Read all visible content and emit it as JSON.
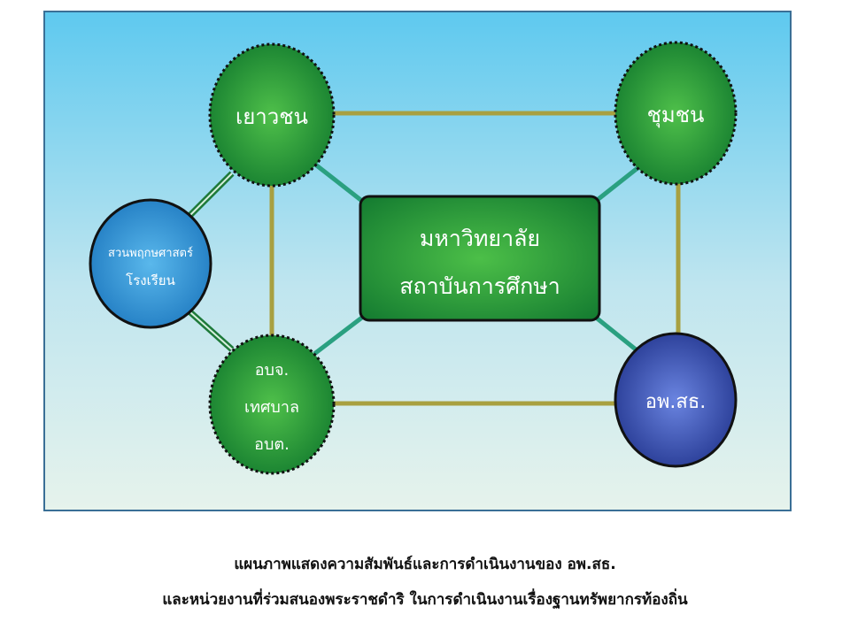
{
  "nodes": {
    "youth": "เยาวชน",
    "community": "ชุมชน",
    "garden_line1": "สวนพฤกษศาสตร์",
    "garden_line2": "โรงเรียน",
    "local_line1": "อบจ.",
    "local_line2": "เทศบาล",
    "local_line3": "อบต.",
    "rspg": "อพ.สธ.",
    "center_line1": "มหาวิทยาลัย",
    "center_line2": "สถาบันการศึกษา"
  },
  "caption": {
    "line1": "แผนภาพแสดงความสัมพันธ์และการดำเนินงานของ อพ.สธ.",
    "line2": "และหน่วยงานที่ร่วมสนองพระราชดำริ ในการดำเนินงานเรื่องฐานทรัพยากรท้องถิ่น"
  },
  "colors": {
    "green": "#1e8a3a",
    "blue": "#2f8fd0",
    "navy": "#2e46a8",
    "olive": "#a8a040",
    "teal": "#2aa080"
  }
}
